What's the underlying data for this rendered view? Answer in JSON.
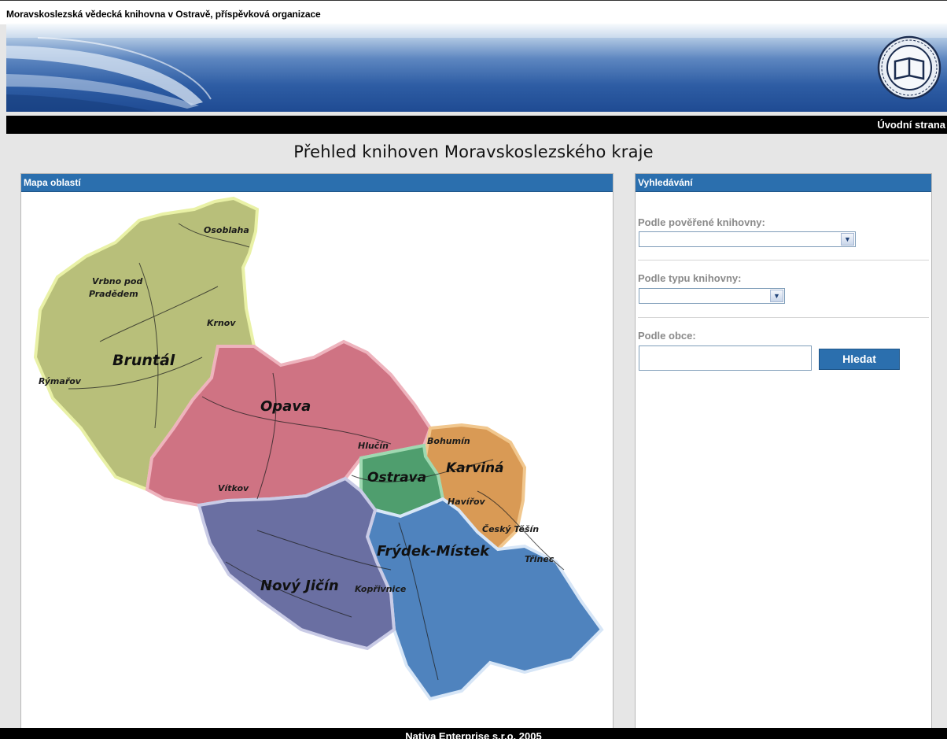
{
  "header": {
    "org_name": "Moravskoslezská vědecká knihovna v Ostravě, příspěvková organizace",
    "home_link": "Úvodní strana"
  },
  "page_title": "Přehled knihoven Moravskoslezského kraje",
  "map_panel": {
    "heading": "Mapa oblastí",
    "regions": {
      "bruntal": "Bruntál",
      "opava": "Opava",
      "ostrava": "Ostrava",
      "karvina": "Karviná",
      "frydek": "Frýdek-Místek",
      "novy_jicin": "Nový Jičín"
    },
    "towns": {
      "osoblaha": "Osoblaha",
      "vrbno_1": "Vrbno pod",
      "vrbno_2": "Pradědem",
      "krnov": "Krnov",
      "rymarov": "Rýmařov",
      "hlucin": "Hlučín",
      "vitkov": "Vítkov",
      "bohumin": "Bohumín",
      "havirov": "Havířov",
      "cesky_tesin": "Český Těšín",
      "trinec": "Třinec",
      "koprivnice": "Kopřivnice"
    },
    "colors": {
      "bruntal": "#b8bf7a",
      "opava": "#cf7383",
      "ostrava": "#4f9e6e",
      "karvina": "#d99a55",
      "frydek": "#4f83be",
      "novy_jicin": "#6a6fa2"
    }
  },
  "search_panel": {
    "heading": "Vyhledávání",
    "by_library_label": "Podle pověřené knihovny:",
    "by_type_label": "Podle typu knihovny:",
    "by_town_label": "Podle obce:",
    "search_button": "Hledat",
    "library_selected": "",
    "type_selected": "",
    "town_value": ""
  },
  "footer": {
    "text": "Nativa Enterprise s.r.o. 2005"
  },
  "icons": {
    "logo": "library-seal-icon",
    "dropdown": "chevron-down-icon"
  }
}
